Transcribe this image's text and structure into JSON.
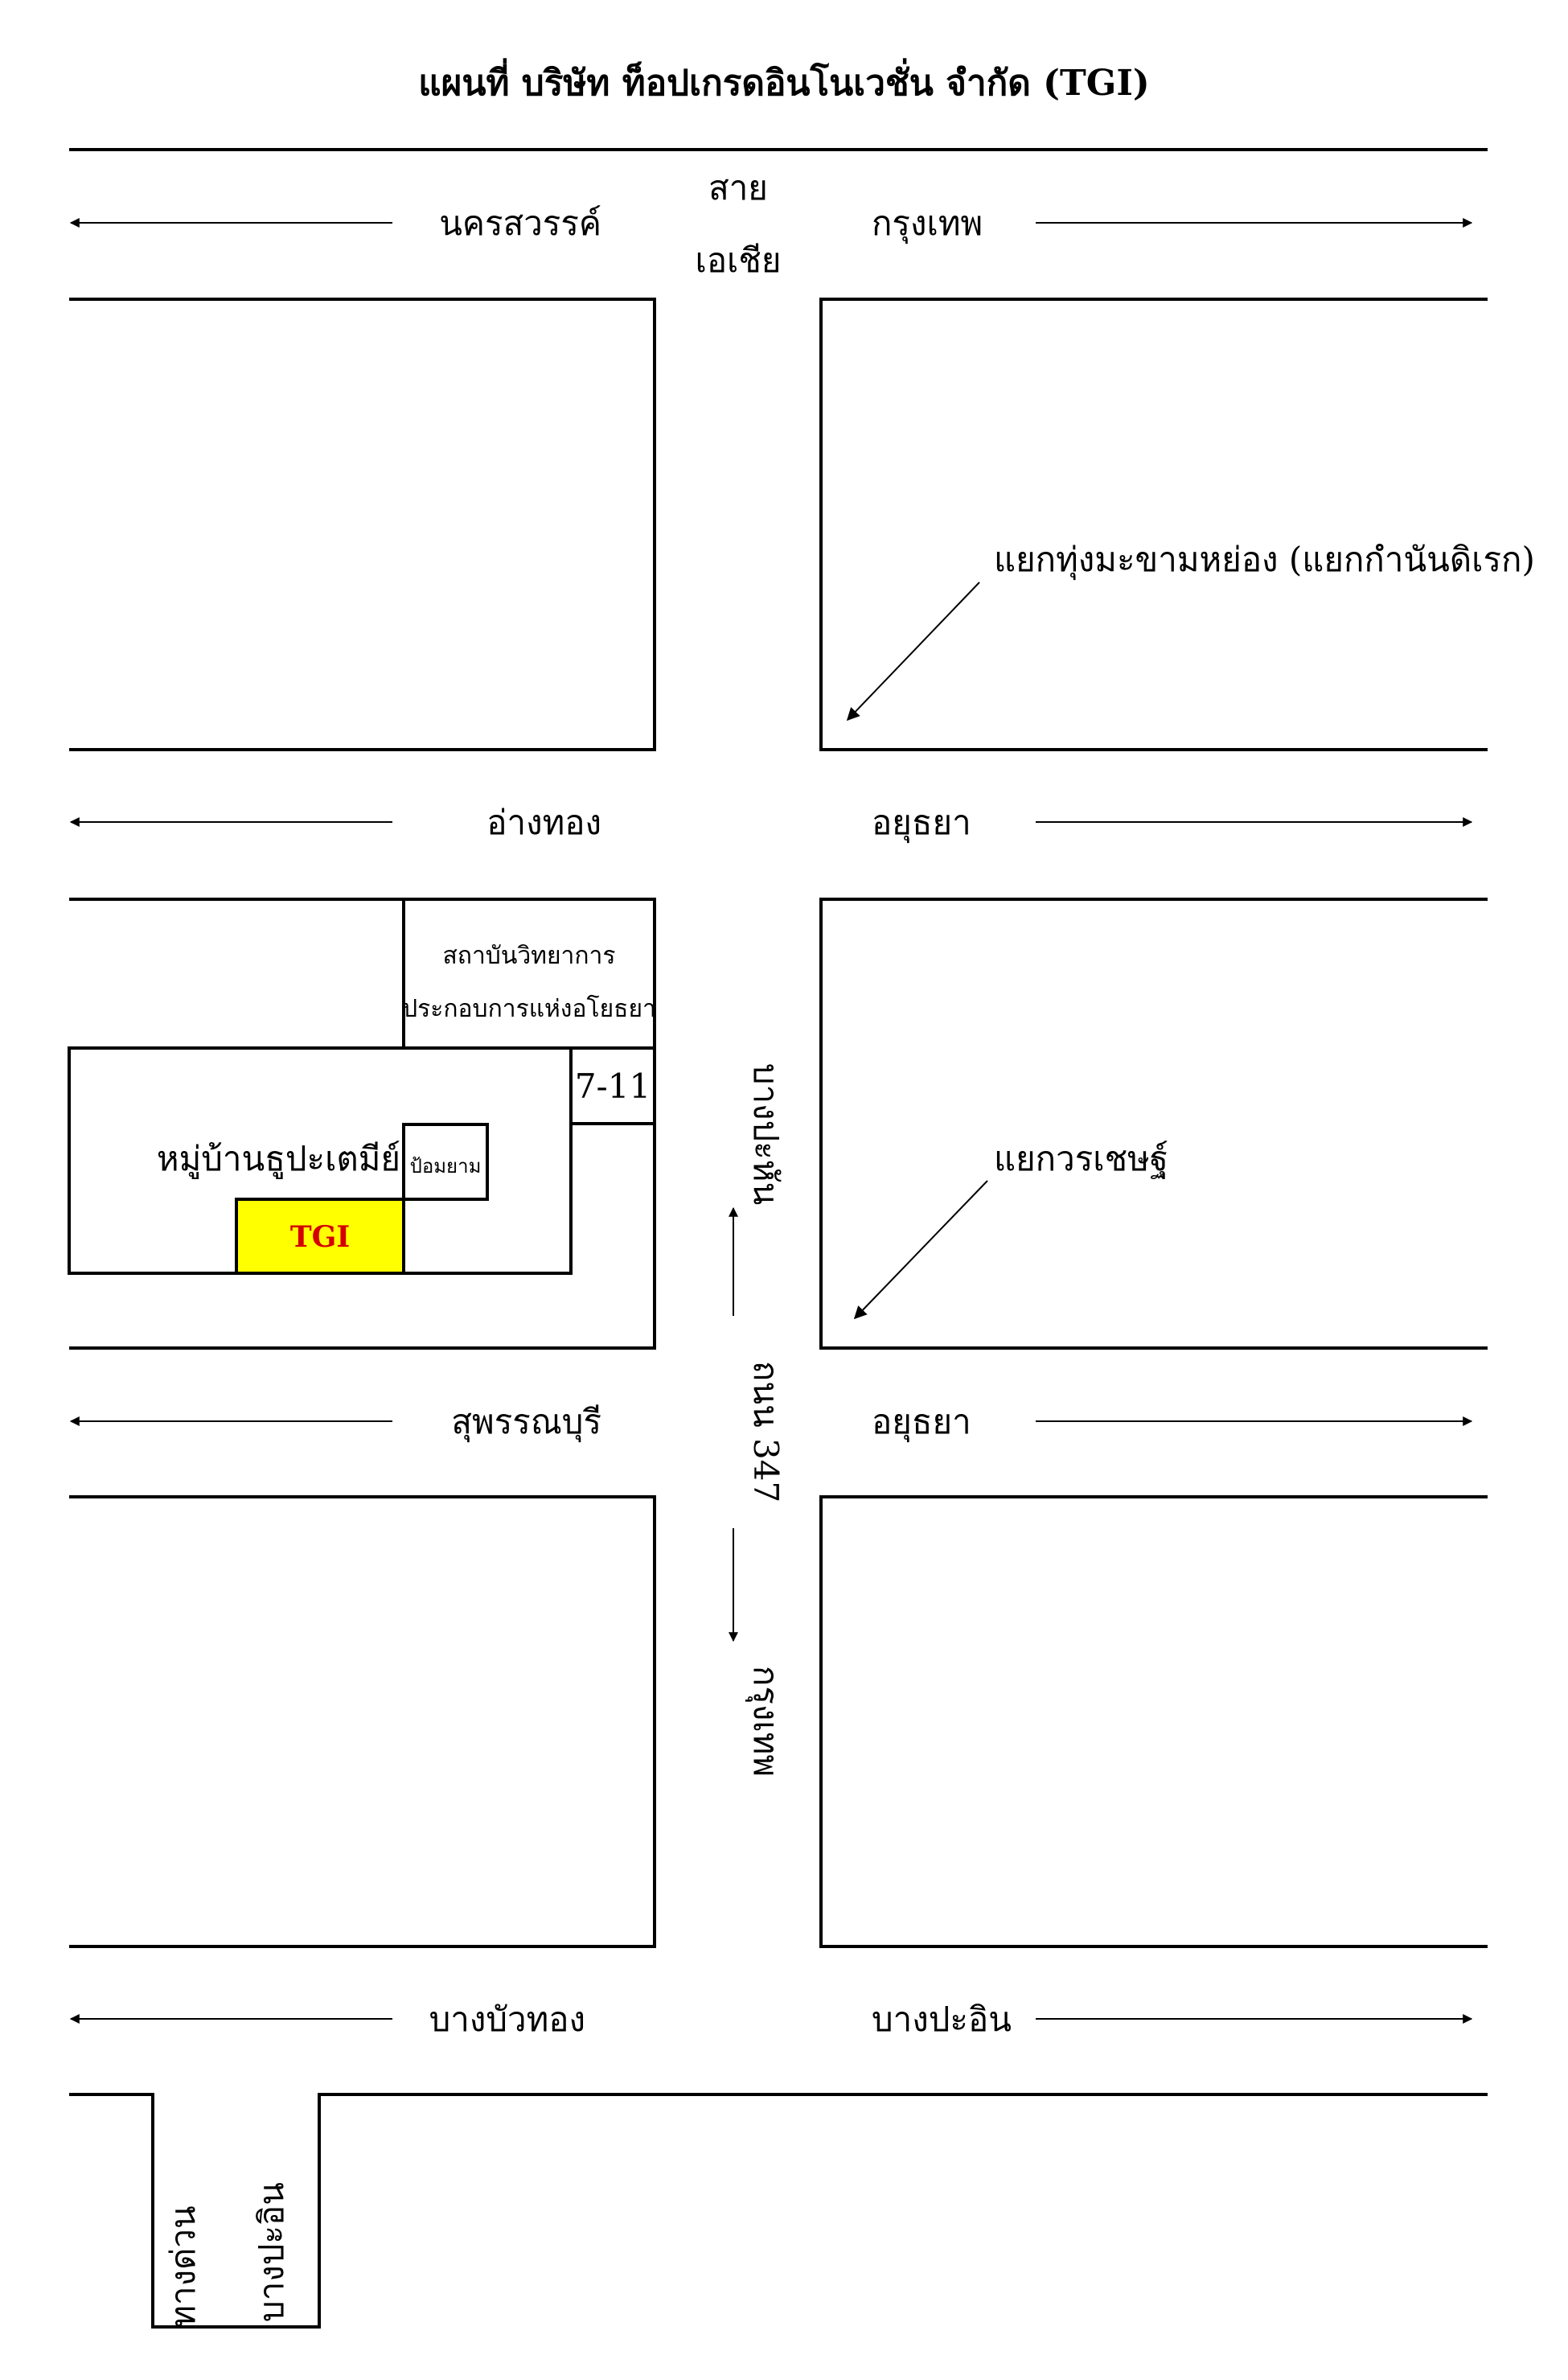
{
  "title": "แผนที่ บริษัท ท็อปเกรดอินโนเวชั่น จำกัด  (TGI)",
  "roads": {
    "row1_left": "นครสวรรค์",
    "row1_right": "กรุงเทพ",
    "asia_line1": "สาย",
    "asia_line2": "เอเชีย",
    "row2_left": "อ่างทอง",
    "row2_right": "อยุธยา",
    "row3_left": "สุพรรณบุรี",
    "row3_right": "อยุธยา",
    "row4_left": "บางบัวทอง",
    "row4_right": "บางปะอิน",
    "vert_up": "บางปะหัน",
    "vert_road": "ถนน 347",
    "vert_down": "กรุงเทพ",
    "exit_1": "ทางด่วน",
    "exit_2": "บางปะอิน"
  },
  "places": {
    "junction_1": "แยกทุ่งมะขามหย่อง (แยกกำนันดิเรก)",
    "junction_2": "แยกวรเชษฐ์",
    "institute_line1": "สถาบันวิทยาการ",
    "institute_line2": "ประกอบการแห่งอโยธยา",
    "store": "7-11",
    "village": "หมู่บ้านธูปะเตมีย์",
    "guard_post": "ป้อมยาม",
    "company": "TGI"
  },
  "colors": {
    "company_fill": "#ffff00",
    "company_text": "#d40000"
  }
}
